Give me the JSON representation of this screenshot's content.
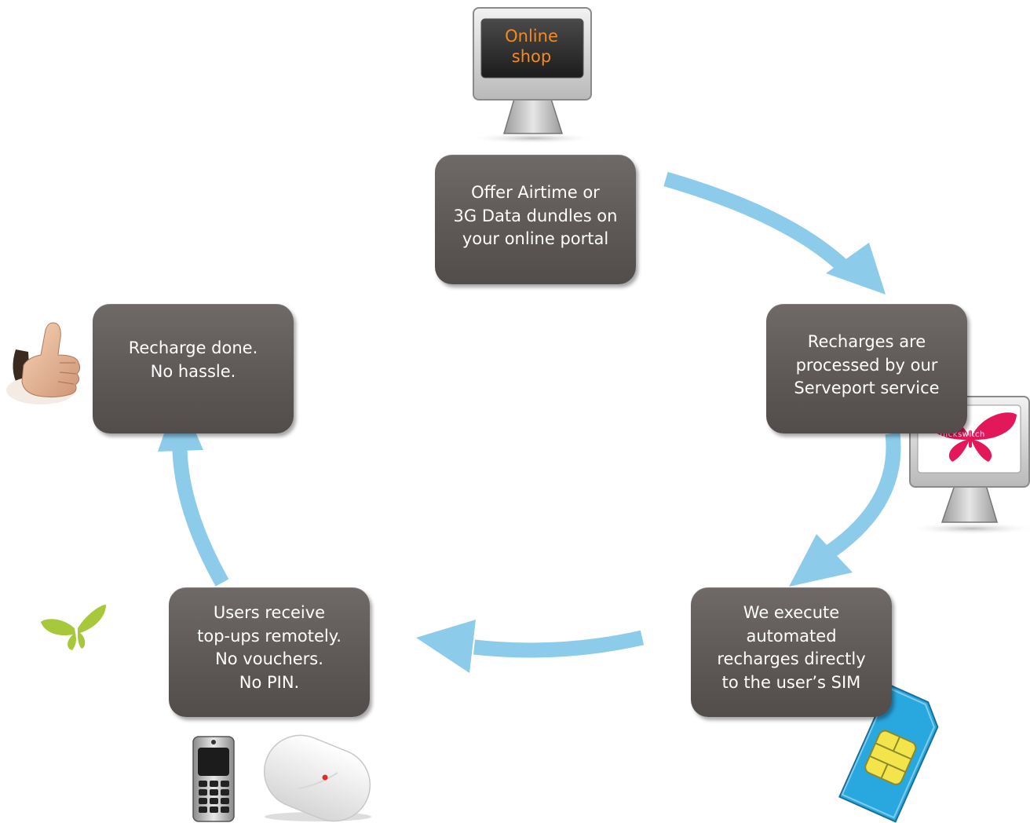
{
  "online_shop": {
    "line1": "Online",
    "line2": "shop"
  },
  "steps": [
    {
      "id": "offer",
      "lines": [
        "Offer Airtime or",
        "3G Data dundles on",
        "your online portal"
      ]
    },
    {
      "id": "process",
      "lines": [
        "Recharges are",
        "processed by our",
        "Serveport service"
      ]
    },
    {
      "id": "execute",
      "lines": [
        "We execute",
        "automated",
        "recharges directly",
        "to the user’s SIM"
      ]
    },
    {
      "id": "receive",
      "lines": [
        "Users receive",
        "top-ups remotely.",
        "No vouchers.",
        "No PIN."
      ]
    },
    {
      "id": "done",
      "lines": [
        "Recharge done.",
        "No hassle."
      ]
    }
  ],
  "flickswitch_logo": "flickswitch",
  "colors": {
    "box": "#5e5856",
    "arrow": "#8ccbea",
    "shop_text": "#f58a1f",
    "butterfly_pink": "#e2185b",
    "butterfly_green": "#a8c83c",
    "sim_blue": "#29a8df",
    "sim_chip": "#f4e44c"
  },
  "icons": [
    "monitor-icon",
    "thumbs-up-icon",
    "butterfly-icon",
    "sim-card-icon",
    "mobile-phone-icon",
    "usb-modem-icon"
  ]
}
